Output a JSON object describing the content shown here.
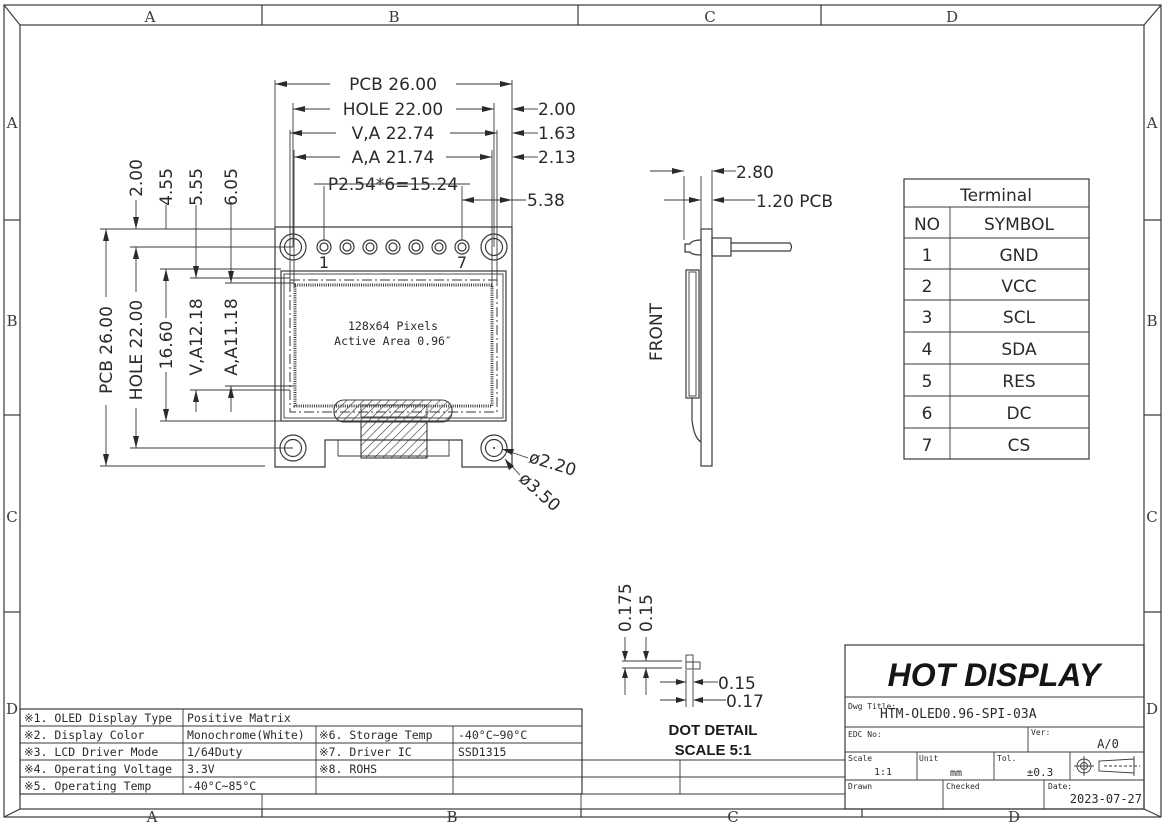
{
  "frame": {
    "columns": [
      "A",
      "B",
      "C",
      "D"
    ],
    "rows": [
      "A",
      "B",
      "C",
      "D"
    ]
  },
  "top_view": {
    "dims_horizontal": {
      "pcb": "PCB  26.00",
      "hole": "HOLE  22.00",
      "va": "V,A  22.74",
      "aa": "A,A  21.74",
      "pitch": "P2.54*6=15.24",
      "right_2_00": "2.00",
      "right_1_63": "1.63",
      "right_2_13": "2.13",
      "right_5_38": "5.38"
    },
    "dims_vertical": {
      "pcb": "PCB  26.00",
      "hole": "HOLE  22.00",
      "d16_60": "16.60",
      "va": "V,A12.18",
      "aa": "A,A11.18",
      "d2_00": "2.00",
      "d4_55": "4.55",
      "d5_55": "5.55",
      "d6_05": "6.05"
    },
    "pin_labels": {
      "first": "1",
      "last": "7"
    },
    "display_text": {
      "line1": "128x64 Pixels",
      "line2": "Active Area 0.96″"
    },
    "hole_dims": {
      "inner": "ø2.20",
      "outer": "ø3.50"
    }
  },
  "side_view": {
    "label": "FRONT",
    "dim_total": "2.80",
    "dim_pcb": "1.20  PCB"
  },
  "terminal_table": {
    "title": "Terminal",
    "headers": [
      "NO",
      "SYMBOL"
    ],
    "rows": [
      {
        "no": "1",
        "symbol": "GND"
      },
      {
        "no": "2",
        "symbol": "VCC"
      },
      {
        "no": "3",
        "symbol": "SCL"
      },
      {
        "no": "4",
        "symbol": "SDA"
      },
      {
        "no": "5",
        "symbol": "RES"
      },
      {
        "no": "6",
        "symbol": "DC"
      },
      {
        "no": "7",
        "symbol": "CS"
      }
    ]
  },
  "dot_detail": {
    "dims": {
      "v1": "0.175",
      "v2": "0.15",
      "h1": "0.15",
      "h2": "0.17"
    },
    "title": "DOT DETAIL",
    "scale": "SCALE 5:1"
  },
  "spec_table": {
    "rows": [
      {
        "label": "※1. OLED Display Type",
        "value": "Positive Matrix"
      },
      {
        "label": "※2. Display Color",
        "value": "Monochrome(White)",
        "label2": "※6. Storage Temp",
        "value2": "-40°C~90°C"
      },
      {
        "label": "※3. LCD Driver Mode",
        "value": "1/64Duty",
        "label2": "※7. Driver IC",
        "value2": "SSD1315"
      },
      {
        "label": "※4. Operating Voltage",
        "value": "3.3V",
        "label2": "※8. ROHS",
        "value2": ""
      },
      {
        "label": "※5. Operating Temp",
        "value": "-40°C~85°C",
        "label2": "",
        "value2": ""
      }
    ]
  },
  "title_block": {
    "company": "HOT DISPLAY",
    "dwg_title_label": "Dwg Title:",
    "dwg_title": "HTM-OLED0.96-SPI-03A",
    "edc_label": "EDC No:",
    "ver_label": "Ver:",
    "ver": "A/0",
    "scale_label": "Scale",
    "scale": "1:1",
    "unit_label": "Unit",
    "unit": "mm",
    "tol_label": "Tol.",
    "tol": "±0.3",
    "drawn_label": "Drawn",
    "checked_label": "Checked",
    "date_label": "Date:",
    "date": "2023-07-27"
  }
}
